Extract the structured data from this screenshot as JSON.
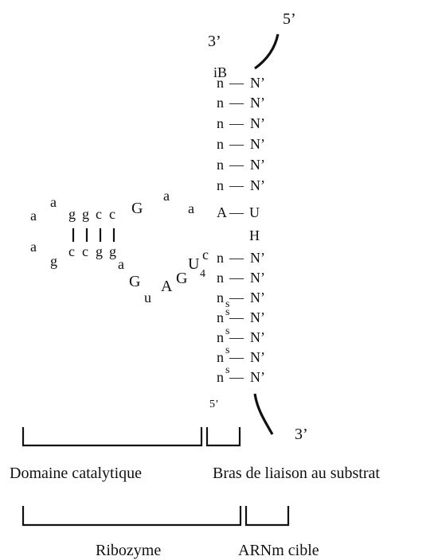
{
  "labels": {
    "five_prime_top": "5’",
    "three_prime_top": "3’",
    "ib": "iB",
    "five_prime_bottom": "5’",
    "three_prime_bottom": "3’",
    "domaine": "Domaine catalytique",
    "bras": "Bras de liaison au substrat",
    "ribozyme": "Ribozyme",
    "arnm": "ARNm cible"
  },
  "nucleotides": {
    "n": "n",
    "ns": "n",
    "s": "s",
    "Nprime": "N’",
    "A": "A",
    "U": "U",
    "H": "H",
    "a": "a",
    "g": "g",
    "c": "c",
    "G": "G",
    "u": "u",
    "U4": "U",
    "four": "4",
    "dash": "—"
  }
}
